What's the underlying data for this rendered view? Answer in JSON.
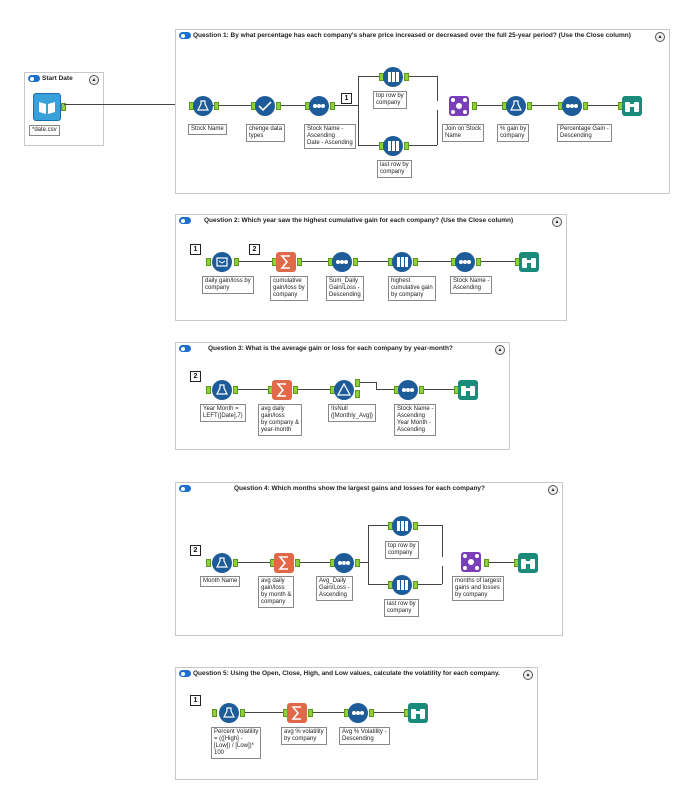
{
  "colors": {
    "blue_tool": "#1d5c99",
    "orange_tool": "#e0694a",
    "teal_tool": "#1a8a7a",
    "purple_tool": "#7a3fb8",
    "anchor": "#8fcf3c"
  },
  "start_container": {
    "title": "Start Date",
    "file_label": "*date.csv"
  },
  "q1": {
    "title": "Question 1: By what percentage has each company's share price increased or decreased over the full 25-year period? (Use the Close column)",
    "labels": {
      "stock_name": "Stock Name",
      "change_types": "chenge data\ntypes",
      "sort": "Stock Name -\nAscending\nDate - Ascending",
      "top_row": "top row by\ncompany",
      "last_row": "last row by\ncompany",
      "join": "Join on Stock\nName",
      "gain": "% gain by\ncompany",
      "pct_sort": "Percentage Gain -\nDescending"
    },
    "badge": "1"
  },
  "q2": {
    "title": "Question 2: Which year saw the highest cumulative gain for each company? (Use the Close column)",
    "badges": [
      "1",
      "2"
    ],
    "labels": {
      "daily": "daily gain/loss by\ncompany",
      "cumulative": "cumulative\ngain/loss by\ncompany",
      "sum_sort": "Sum_Daily\nGain/Loss -\nDescending",
      "highest": "highest\ncumulative gain\nby company",
      "stock_sort": "Stock Name -\nAscending"
    }
  },
  "q3": {
    "title": "Question 3: What is the average gain or loss for each company by year-month?",
    "badge": "2",
    "labels": {
      "year_month": "Year Month =\nLEFT([Date],7)",
      "avg": "avg daily\ngain/loss\nby company &\nyear-month",
      "filter": "!IsNull\n([Monthly_Avg])",
      "sort": "Stock Name -\nAscending\nYear Month -\nAscending"
    }
  },
  "q4": {
    "title": "Question 4: Which months show the largest gains and losses for each company?",
    "badge": "2",
    "labels": {
      "month_name": "Month Name",
      "avg": "avg daily\ngain/loss\nby month &\ncompany",
      "sort": "Avg_Daily\nGain/Loss -\nAscending",
      "top_row": "top row by\ncompany",
      "last_row": "last row by\ncompany",
      "months": "months of largest\ngains and losses\nby company"
    }
  },
  "q5": {
    "title": "Question 5: Using the Open, Close, High, and Low values, calculate the volatility for each company.",
    "badge": "1",
    "labels": {
      "pct_vol": "Percent Volatility\n= (([High] -\n[Low]) / [Low])*\n100",
      "avg": "avg % volatility\nby company",
      "sort": "Avg % Volatility -\nDescending"
    }
  }
}
